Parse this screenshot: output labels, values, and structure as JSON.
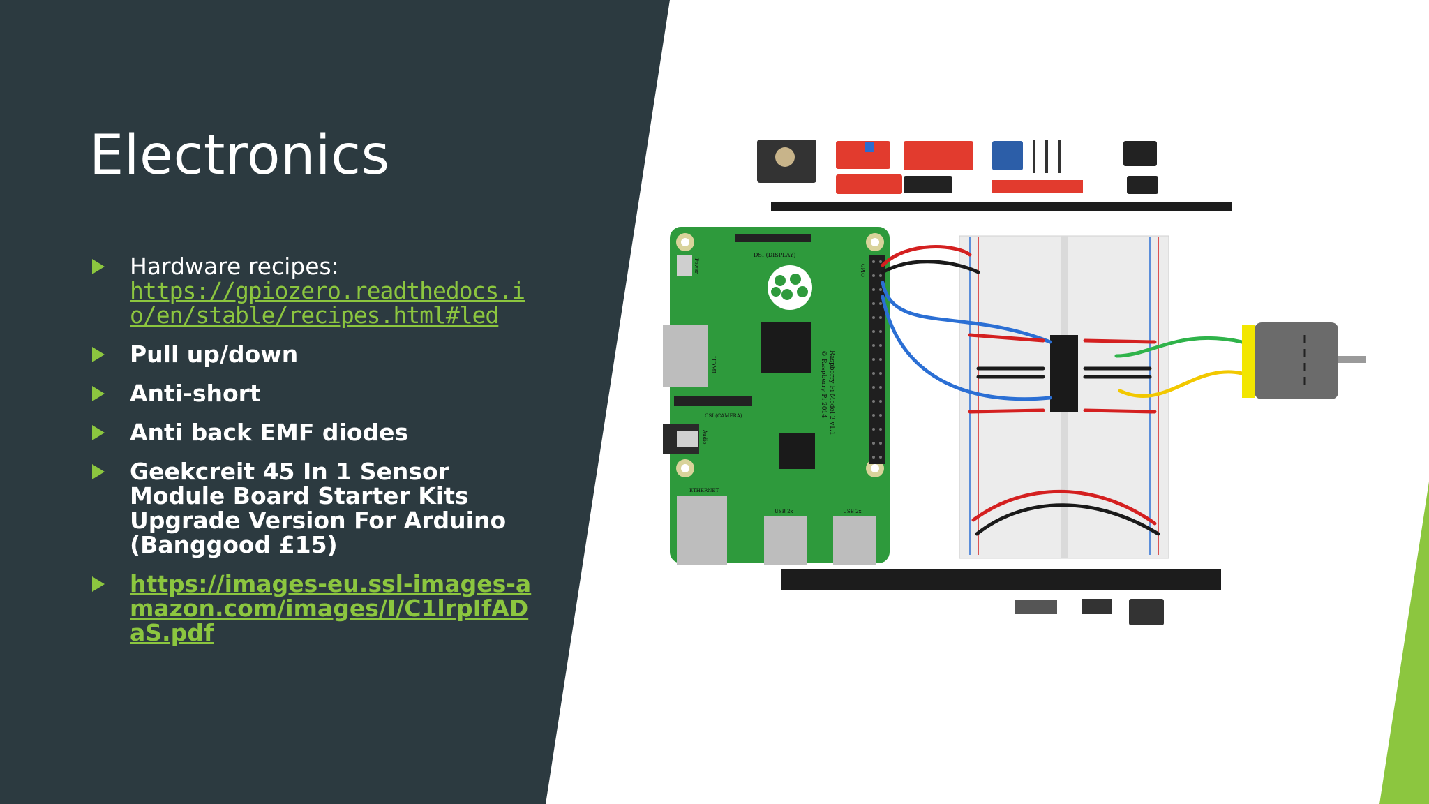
{
  "slide": {
    "title": "Electronics",
    "bullets": [
      {
        "text": "Hardware recipes:",
        "link": "https://gpiozero.readthedocs.io/en/stable/recipes.html#led"
      },
      {
        "text": "Pull up/down"
      },
      {
        "text": "Anti-short"
      },
      {
        "text": "Anti back EMF diodes"
      },
      {
        "text": "Geekcreit 45 In 1 Sensor Module Board Starter Kits Upgrade Version For Arduino (Banggood £15)"
      },
      {
        "link": "https://images-eu.ssl-images-amazon.com/images/I/C1lrpIfADaS.pdf"
      }
    ]
  },
  "colors": {
    "panel": "#2c3a40",
    "accent": "#8cc63f",
    "board_green": "#2e9a3c",
    "wire_red": "#d42020",
    "wire_blue": "#2b6fd4",
    "wire_green": "#2fb34a",
    "wire_yellow": "#f2c800",
    "motor_yellow": "#f2e600"
  },
  "figure": {
    "board_labels": {
      "display": "DSI (DISPLAY)",
      "camera": "CSI (CAMERA)",
      "hdmi": "HDMI",
      "power": "Power",
      "audio": "Audio",
      "ethernet": "ETHERNET",
      "usb_left": "USB 2x",
      "usb_right": "USB 2x",
      "gpio": "GPIO",
      "model": "Raspberry Pi Model 2 v1.1",
      "copyright": "© Raspberry Pi 2014"
    }
  }
}
